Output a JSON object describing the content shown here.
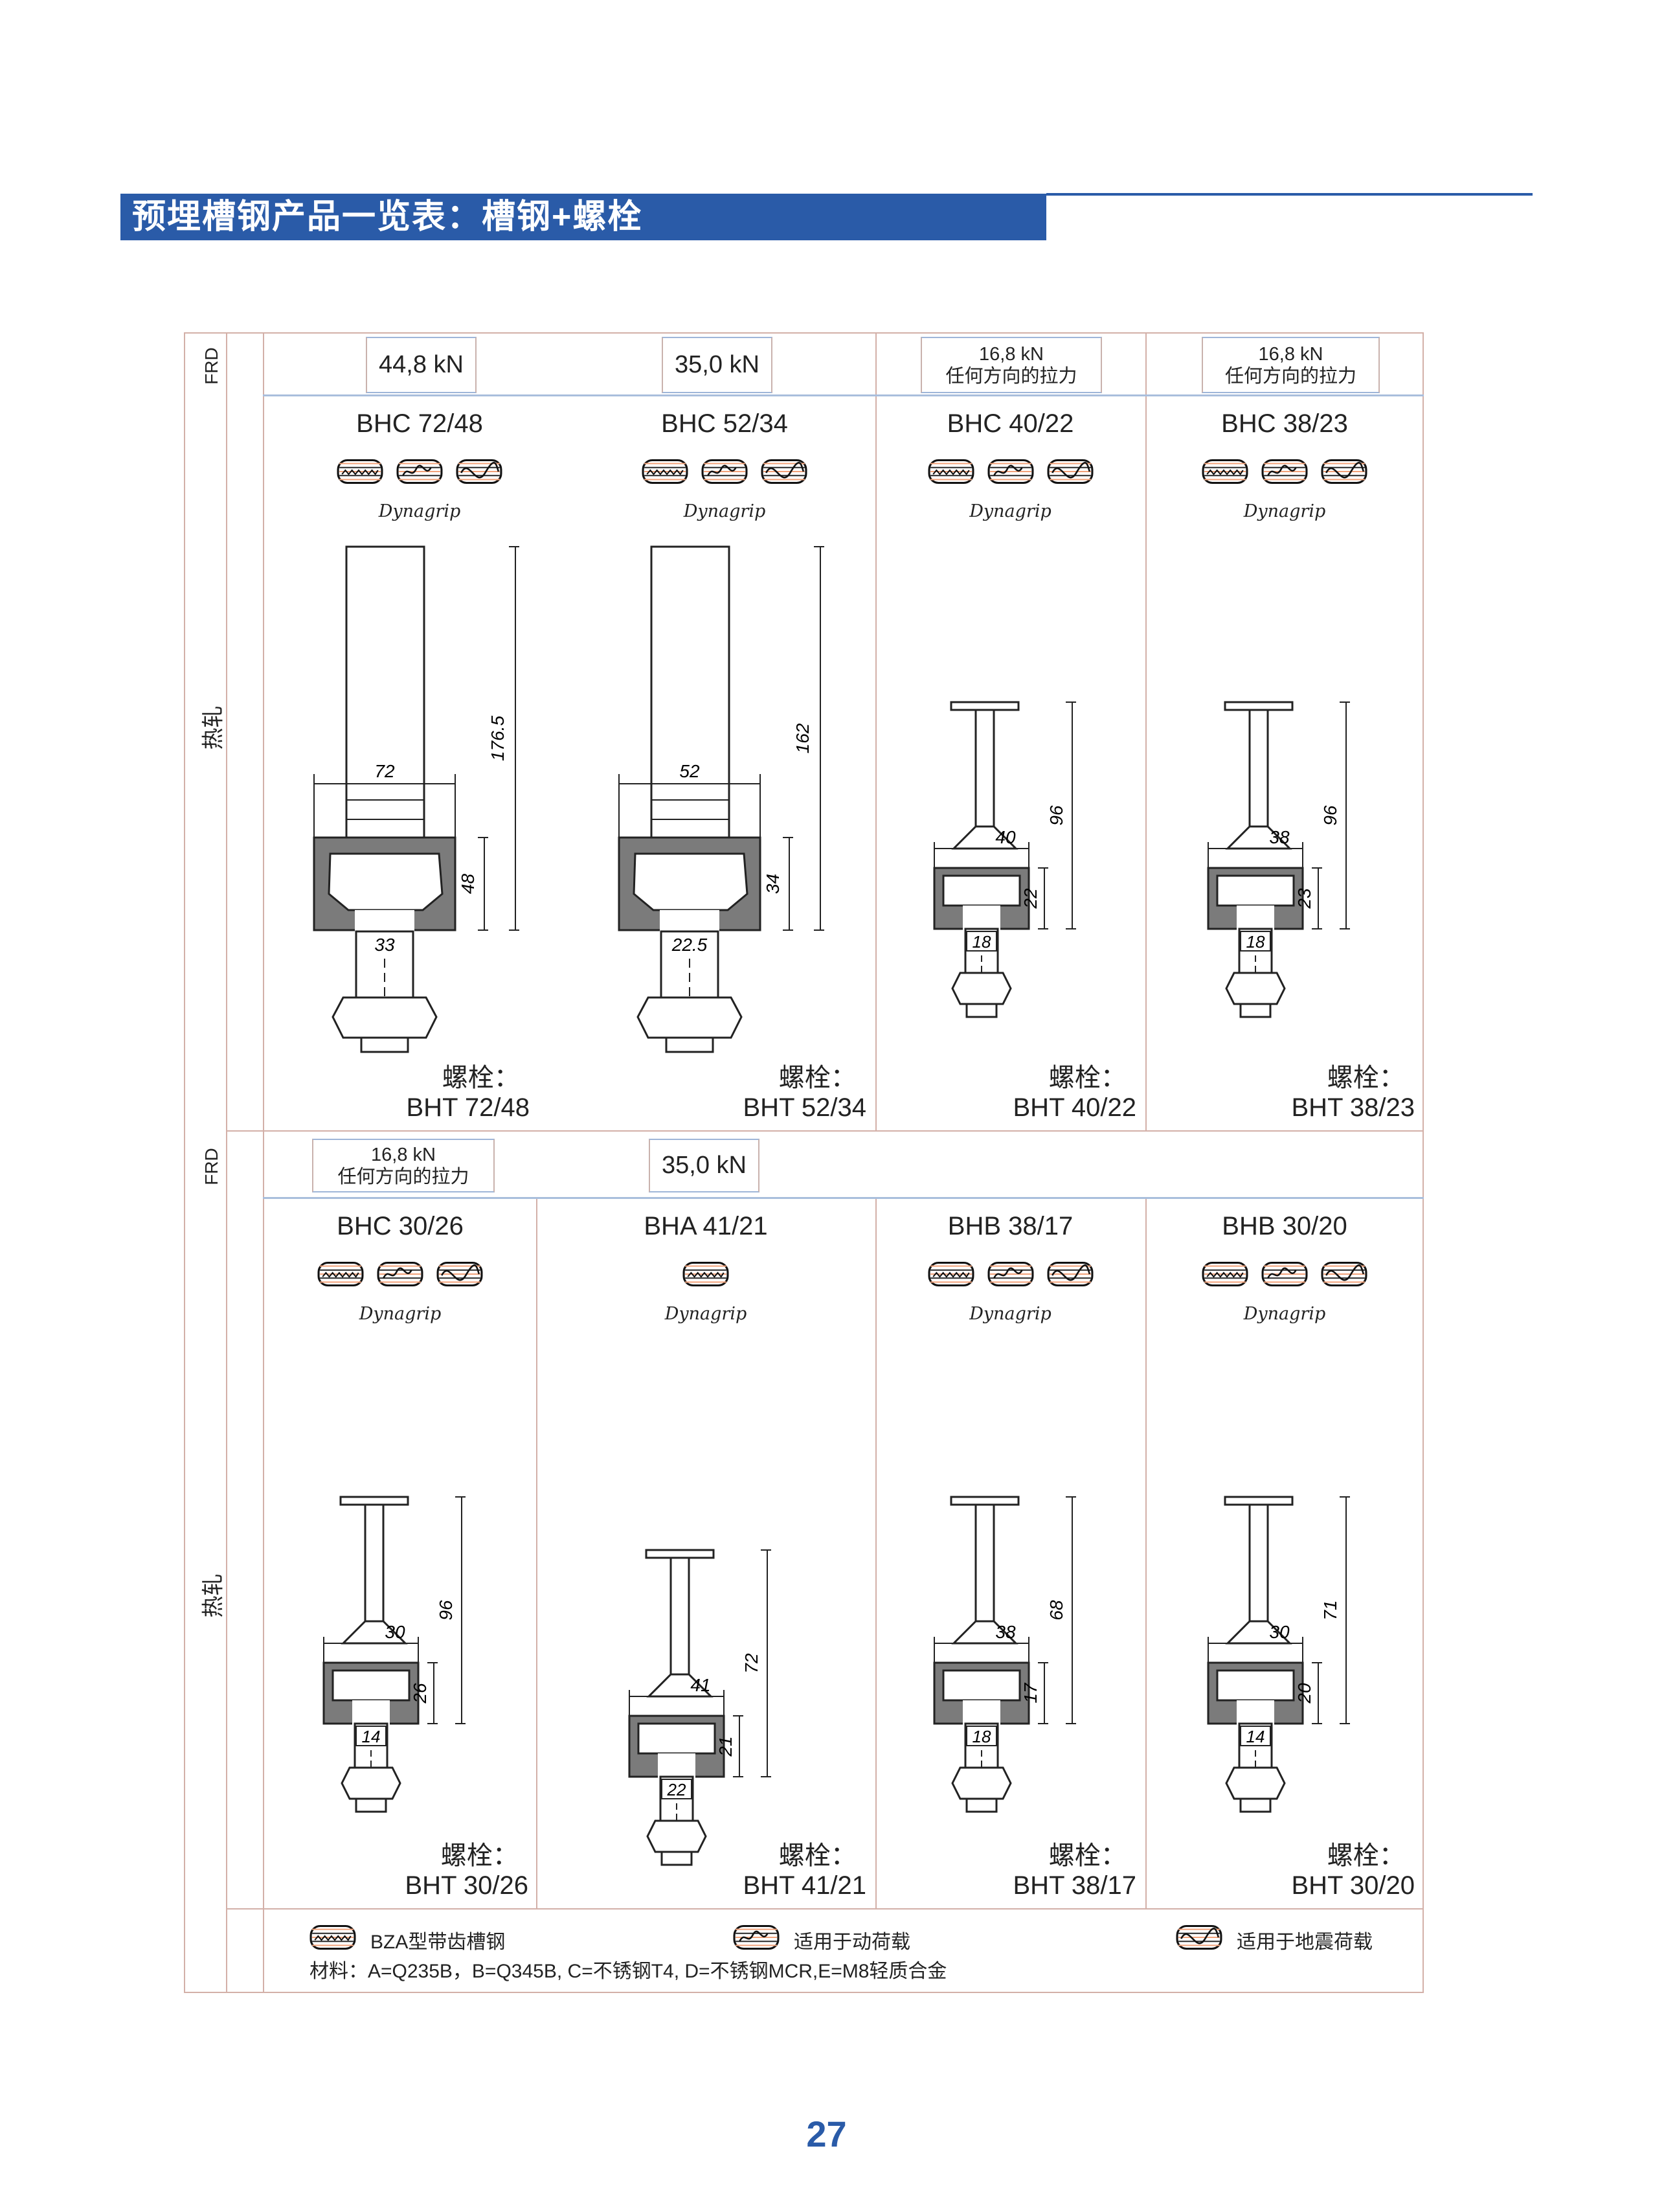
{
  "header": {
    "title": "预埋槽钢产品一览表：槽钢+螺栓"
  },
  "side_labels": {
    "frd": "FRD",
    "hot_rolled": "热轧"
  },
  "colors": {
    "brand_blue": "#2a5ba8",
    "icon_stripe": "#f2a27a"
  },
  "top_row": {
    "loads": [
      {
        "value": "44,8 kN"
      },
      {
        "value": "35,0 kN"
      },
      {
        "value": "16,8 kN",
        "note": "任何方向的拉力"
      },
      {
        "value": "16,8 kN",
        "note": "任何方向的拉力"
      }
    ],
    "cells": [
      {
        "title": "BHC 72/48",
        "icons": [
          "serrated-icon",
          "dynamic-load-icon",
          "seismic-icon"
        ],
        "brand": "Dynagrip",
        "bolt_label": "螺栓：",
        "bolt": "BHT 72/48",
        "type": "long",
        "dims": {
          "width": "72",
          "height": "176.5",
          "channel": "48",
          "slot": "33"
        }
      },
      {
        "title": "BHC 52/34",
        "icons": [
          "serrated-icon",
          "dynamic-load-icon",
          "seismic-icon"
        ],
        "brand": "Dynagrip",
        "bolt_label": "螺栓：",
        "bolt": "BHT 52/34",
        "type": "long",
        "dims": {
          "width": "52",
          "height": "162",
          "channel": "34",
          "slot": "22.5"
        }
      },
      {
        "title": "BHC 40/22",
        "icons": [
          "serrated-icon",
          "dynamic-load-icon",
          "seismic-icon"
        ],
        "brand": "Dynagrip",
        "bolt_label": "螺栓：",
        "bolt": "BHT 40/22",
        "type": "t",
        "dims": {
          "width": "40",
          "height": "96",
          "channel": "22",
          "slot": "18"
        }
      },
      {
        "title": "BHC 38/23",
        "icons": [
          "serrated-icon",
          "dynamic-load-icon",
          "seismic-icon"
        ],
        "brand": "Dynagrip",
        "bolt_label": "螺栓：",
        "bolt": "BHT 38/23",
        "type": "t",
        "dims": {
          "width": "38",
          "height": "96",
          "channel": "23",
          "slot": "18"
        }
      }
    ]
  },
  "bottom_row": {
    "loads": [
      {
        "value": "16,8 kN",
        "note": "任何方向的拉力"
      },
      {
        "value": "35,0 kN"
      }
    ],
    "cells": [
      {
        "title": "BHC 30/26",
        "icons": [
          "serrated-icon",
          "dynamic-load-icon",
          "seismic-icon"
        ],
        "brand": "Dynagrip",
        "bolt_label": "螺栓：",
        "bolt": "BHT 30/26",
        "type": "t",
        "dims": {
          "width": "30",
          "height": "96",
          "channel": "26",
          "slot": "14"
        }
      },
      {
        "title": "BHA 41/21",
        "icons": [
          "serrated-icon"
        ],
        "brand": "Dynagrip",
        "bolt_label": "螺栓：",
        "bolt": "BHT 41/21",
        "type": "t",
        "dims": {
          "width": "41",
          "height": "72",
          "channel": "21",
          "slot": "22"
        }
      },
      {
        "title": "BHB 38/17",
        "icons": [
          "serrated-icon",
          "dynamic-load-icon",
          "seismic-icon"
        ],
        "brand": "Dynagrip",
        "bolt_label": "螺栓：",
        "bolt": "BHT 38/17",
        "type": "t",
        "dims": {
          "width": "38",
          "height": "68",
          "channel": "17",
          "slot": "18"
        }
      },
      {
        "title": "BHB 30/20",
        "icons": [
          "serrated-icon",
          "dynamic-load-icon",
          "seismic-icon"
        ],
        "brand": "Dynagrip",
        "bolt_label": "螺栓：",
        "bolt": "BHT 30/20",
        "type": "t",
        "dims": {
          "width": "30",
          "height": "71",
          "channel": "20",
          "slot": "14"
        }
      }
    ]
  },
  "legend": {
    "items": [
      {
        "icon": "serrated-icon",
        "label": "BZA型带齿槽钢"
      },
      {
        "icon": "dynamic-load-icon",
        "label": "适用于动荷载"
      },
      {
        "icon": "seismic-icon",
        "label": "适用于地震荷载"
      }
    ],
    "materials": "材料：A=Q235B，B=Q345B, C=不锈钢T4, D=不锈钢MCR,E=M8轻质合金"
  },
  "page_number": "27"
}
